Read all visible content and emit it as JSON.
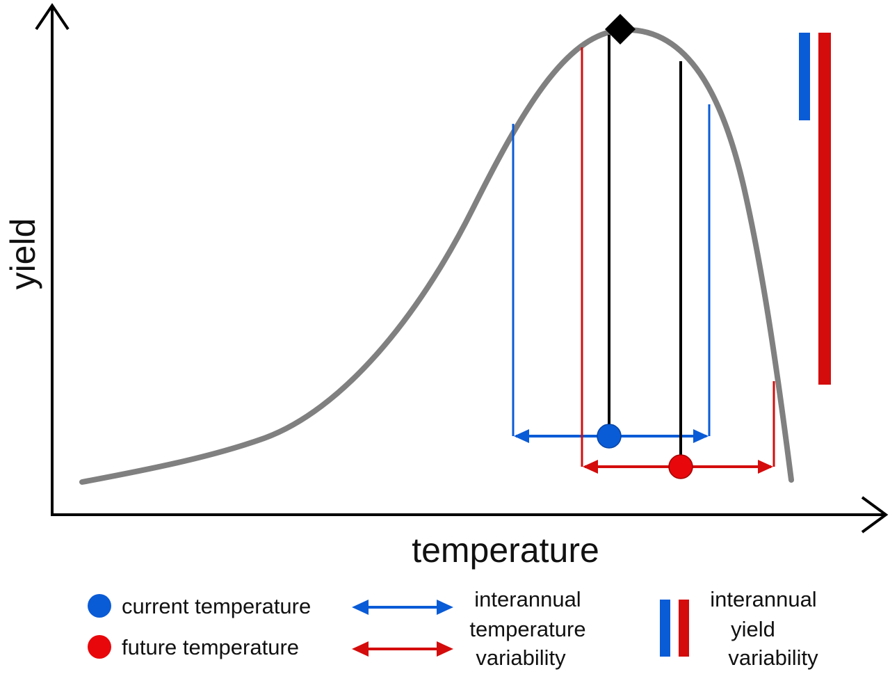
{
  "axes": {
    "x_label": "temperature",
    "y_label": "yield"
  },
  "colors": {
    "curve": "#808080",
    "current": "#0a5bd6",
    "future": "#d40c0c",
    "optimum": "#000000",
    "axis": "#000000"
  },
  "legend": {
    "current_temperature": "current temperature",
    "future_temperature": "future temperature",
    "temp_variability_line1": "interannual",
    "temp_variability_line2": "temperature",
    "temp_variability_line3": "variability",
    "yield_variability_line1": "interannual",
    "yield_variability_line2": "yield",
    "yield_variability_line3": "variability"
  },
  "icons": {
    "optimum_marker": "black-diamond-icon",
    "current_marker": "blue-dot-icon",
    "future_marker": "red-dot-icon"
  }
}
